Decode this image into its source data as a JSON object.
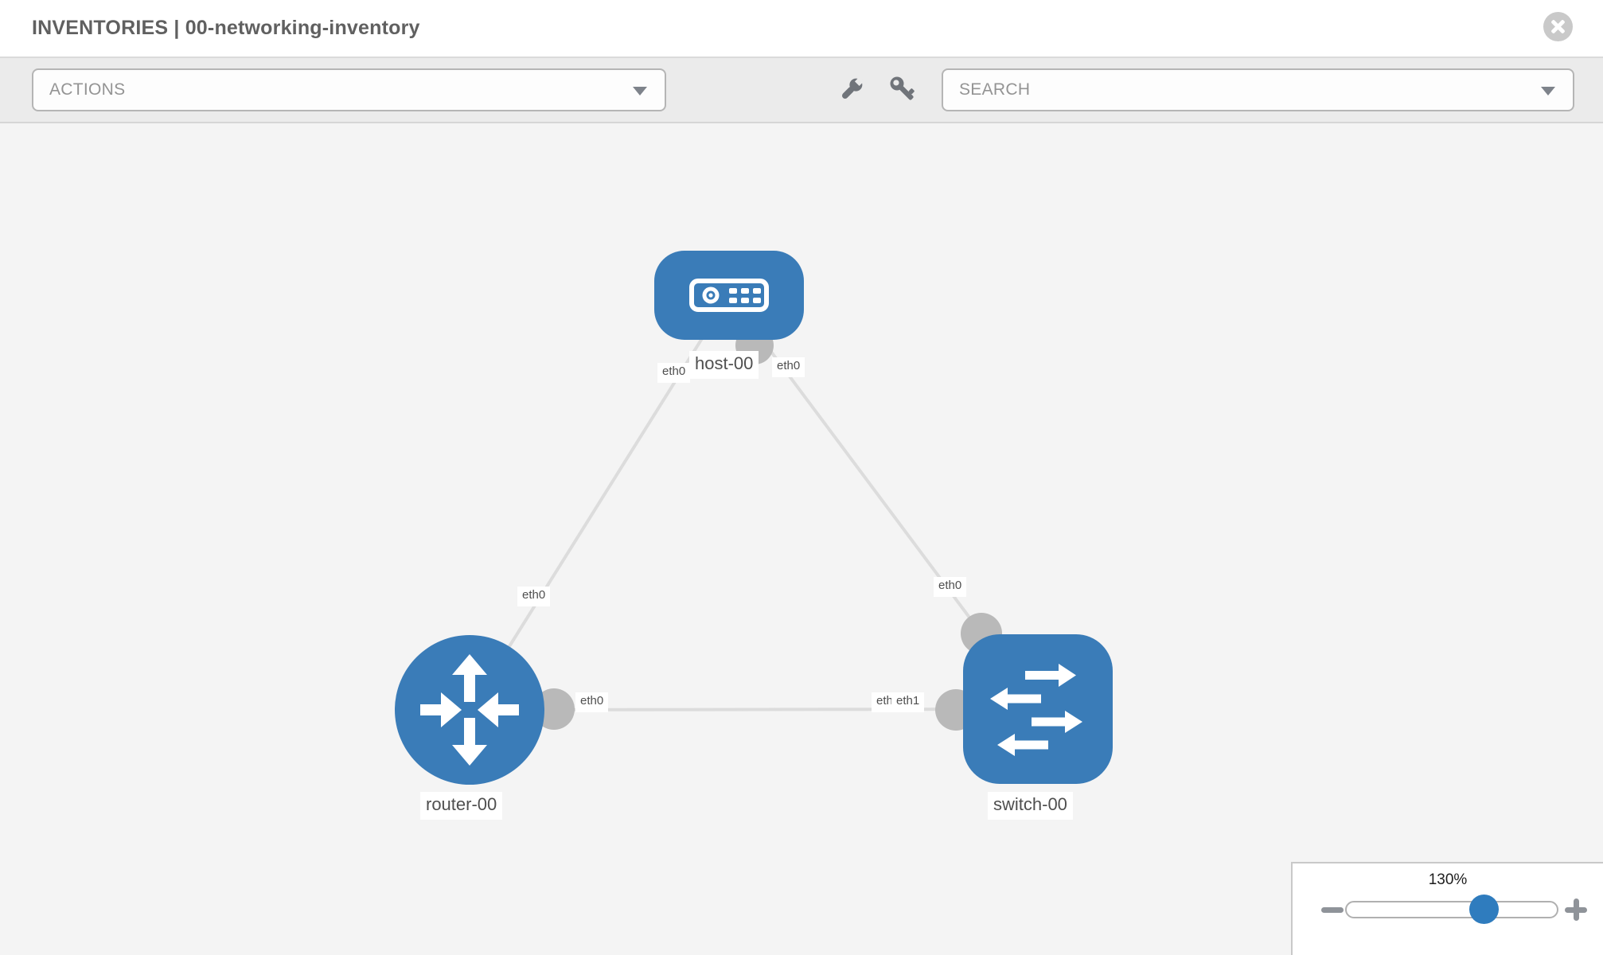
{
  "header": {
    "title": "INVENTORIES | 00-networking-inventory",
    "close_icon": "x-circle"
  },
  "toolbar": {
    "actions_label": "ACTIONS",
    "search_label": "SEARCH",
    "tools": [
      {
        "icon": "wrench-icon"
      },
      {
        "icon": "key-icon"
      }
    ]
  },
  "topology": {
    "nodes": [
      {
        "label": "host-00",
        "type": "host",
        "shape": "rounded-rect",
        "icon": "server-icon"
      },
      {
        "label": "router-00",
        "type": "router",
        "shape": "circle",
        "icon": "router-arrows-icon"
      },
      {
        "label": "switch-00",
        "type": "switch",
        "shape": "rounded-square",
        "icon": "switch-arrows-icon"
      }
    ],
    "links": [
      {
        "from": "host-00",
        "from_iface": "eth0",
        "to": "router-00",
        "to_iface": "eth0"
      },
      {
        "from": "host-00",
        "from_iface": "eth0",
        "to": "switch-00",
        "to_iface": "eth0"
      },
      {
        "from": "router-00",
        "from_iface": "eth0",
        "to": "switch-00",
        "to_iface": "eth1"
      }
    ],
    "interface_labels": [
      {
        "text": "eth0",
        "at": "host-00 lower-left"
      },
      {
        "text": "eth0",
        "at": "host-00 lower-right"
      },
      {
        "text": "eth0",
        "at": "router-00 uplink to host"
      },
      {
        "text": "eth0",
        "at": "switch-00 uplink to host"
      },
      {
        "text": "eth0",
        "at": "router-00 crosslink to switch"
      },
      {
        "text": "eth0",
        "at": "switch-00 crosslink, partially hidden"
      },
      {
        "text": "eth1",
        "at": "switch-00 crosslink to router"
      }
    ]
  },
  "zoom_control": {
    "value": "130%"
  },
  "colors": {
    "node_blue": "#3a7cb8",
    "link_gray": "#dcdcdc",
    "endpoint_gray": "#b9b9b9",
    "canvas_bg": "#f4f4f4",
    "toolbar_bg": "#ebebeb",
    "slider_thumb_blue": "#2f7cbe"
  }
}
